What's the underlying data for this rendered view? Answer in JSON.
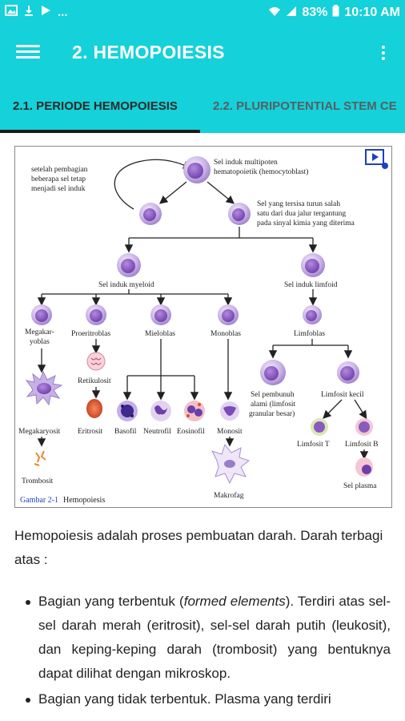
{
  "status_bar": {
    "left_icons": [
      "image-icon",
      "download-icon",
      "play-store-icon"
    ],
    "ellipsis": "...",
    "battery": "83%",
    "time": "10:10 AM"
  },
  "app_bar": {
    "title": "2. HEMOPOIESIS"
  },
  "tabs": [
    {
      "label": "2.1. PERIODE HEMOPOIESIS"
    },
    {
      "label": "2.2. PLURIPOTENTIAL STEM CE"
    }
  ],
  "figure": {
    "notes": {
      "left_1": "setelah  pembagian",
      "left_2": "beberapa  sel  tetap",
      "left_3": "menjadi sel induk",
      "top_1": "Sel induk multipoten",
      "top_2": "hematopoietik (hemocytoblast)",
      "right_1": "Sel  yang  tersisa  turun  salah",
      "right_2": "satu dari dua jalur tergantung",
      "right_3": "pada sinyal kimia yang diterima"
    },
    "labels": {
      "myeloid": "Sel induk myeloid",
      "limfoid": "Sel induk limfoid",
      "megakaryoblas_1": "Megakar-",
      "megakaryoblas_2": "yoblas",
      "proeritroblas": "Proeritroblas",
      "mieloblas": "Mieloblas",
      "monoblas": "Monoblas",
      "limfoblas": "Limfoblas",
      "retikulosit": "Retikulosit",
      "megakaryosit": "Megakaryosit",
      "eritrosit": "Eritrosit",
      "basofil": "Basofil",
      "neutrofil": "Neutrofil",
      "eosinofil": "Eosinofil",
      "monosit": "Monosit",
      "trombosit": "Trombosit",
      "makrofag": "Makrofag",
      "nk_1": "Sel pembunuh",
      "nk_2": "alami (limfosit",
      "nk_3": "granular besar)",
      "limfosit_kecil": "Limfosit kecil",
      "limfosit_t": "Limfosit T",
      "limfosit_b": "Limfosit B",
      "sel_plasma": "Sel plasma"
    },
    "caption_label": "Gambar 2-1",
    "caption_text": "Hemopoiesis",
    "colors": {
      "cell": "#a98fcf",
      "nucleus": "#8a5bbf",
      "rbc": "#e0502a",
      "accent": "#15d1d9"
    }
  },
  "content": {
    "paragraph": "Hemopoiesis adalah proses pembuatan darah. Darah terbagi atas :",
    "bullet1_pre": "Bagian yang terbentuk (",
    "bullet1_em": "formed elements",
    "bullet1_post": "). Terdiri atas sel-sel darah merah (eritrosit), sel-sel darah putih (leukosit), dan keping-keping darah (trombosit) yang bentuknya dapat dilihat dengan mikroskop.",
    "bullet2": "Bagian yang tidak terbentuk. Plasma yang terdiri"
  }
}
